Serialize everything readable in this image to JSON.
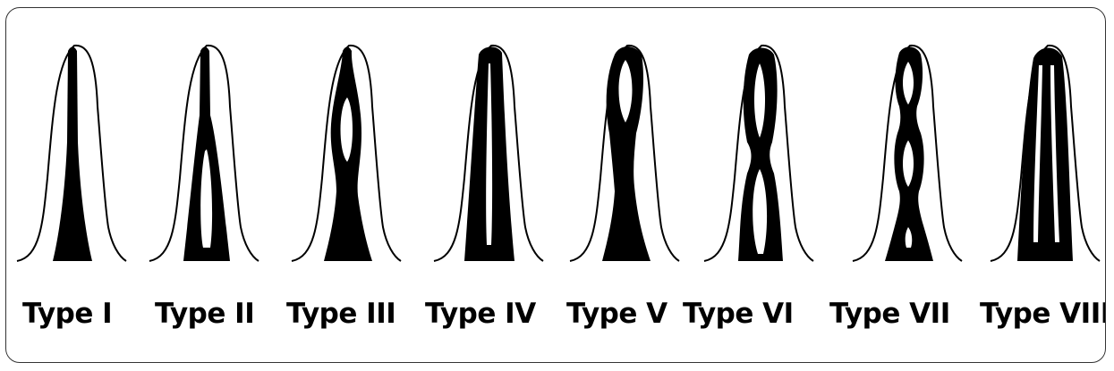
{
  "figure": {
    "labels": [
      "Type I",
      "Type II",
      "Type III",
      "Type IV",
      "Type V",
      "Type VI",
      "Type VII",
      "Type VIII"
    ],
    "canal_types": [
      "single-canal",
      "two-canals-merging-apically",
      "one-split-rejoin-one",
      "two-separate-canals",
      "one-canal-dividing-into-two",
      "two-canals-merge-and-split",
      "one-canal-split-rejoin-split",
      "three-separate-canals"
    ],
    "colors": {
      "outline": "#000000",
      "canal": "#000000",
      "background": "#ffffff",
      "frame": "#333333"
    }
  }
}
